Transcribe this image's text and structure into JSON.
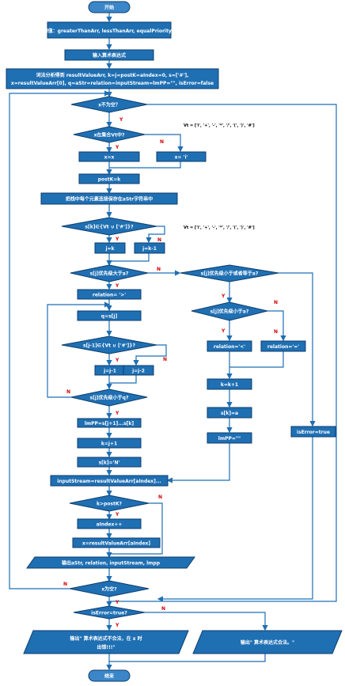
{
  "flowchart": {
    "start": "开始",
    "init": "置初值：greaterThanArr, lessThanArr, equalPriorityArr",
    "input": "输入算术表达式",
    "lex_line1": "词法分析得到 resultValueArr, k=j=postK=aIndex=0, s=['#'],",
    "lex_line2": "x=resultValueArr[0], q=aStr=relation=inputStream=lmPP=\"\", isError=false",
    "cond_x_not_empty": "x不为空？",
    "cond_x_in_vt": "x在集合Vt中?",
    "vt_set": "Vt = ['i', '+', '-', '*', '/', '(', ')', '#']",
    "assign_x": "x=x",
    "assign_i": "x= 'i'",
    "postk": "postK=k",
    "store_stack": "把栈中每个元素连接保存在aStr字符串中",
    "cond_sk_in_vt": "s[k]∈{Vt ∪ ['#']}?",
    "vt_set2": "Vt = ['i', '+', '-', '*', '/', '(', ')', '#']",
    "j_eq_k": "j=k",
    "j_eq_k_minus": "j=k-1",
    "cond_gt": "s[j]优先级大于a?",
    "cond_le": "s[j]优先级小于或者等于a?",
    "relation_gt": "relation= '>'",
    "q_sj": "q=s[j]",
    "cond_sj1_in_vt": "s[j-1]∈{Vt ∪ ['#']}?",
    "j_minus1": "j=j-1",
    "j_minus2": "j=j-2",
    "cond_sj_lt_q": "s[j]优先级小于q?",
    "lmpp_assign": "lmPP=s[j+1]...s[k]",
    "k_j1": "k=j+1",
    "sk_n": "s[k]='N'",
    "cond_lt": "s[j]优先级小于a?",
    "relation_lt": "relation='<'",
    "relation_eq": "relation='='",
    "k_k1": "k=k+1",
    "sk_a": "s[k]=a",
    "lmpp_empty": "lmPP=\"\"",
    "is_error_true": "isError=true",
    "input_stream": "inputStream=resultValueArr[aIndex]...",
    "cond_k_postk": "k>postK?",
    "aindex_inc": "aIndex++",
    "x_next": "x=resultValueArr[aIndex]",
    "output_step": "输出aStr, relation, inputStream, lmpp",
    "cond_x_empty": "x为空?",
    "cond_is_error": "isError=true?",
    "out_error_line1": "输出\" 算术表达式不合法，在 x 时",
    "out_error_line2": "出错!!!\"",
    "out_ok": "输出\" 算术表达式合法。\"",
    "end": "结束",
    "yes": "Y",
    "no": "N"
  }
}
